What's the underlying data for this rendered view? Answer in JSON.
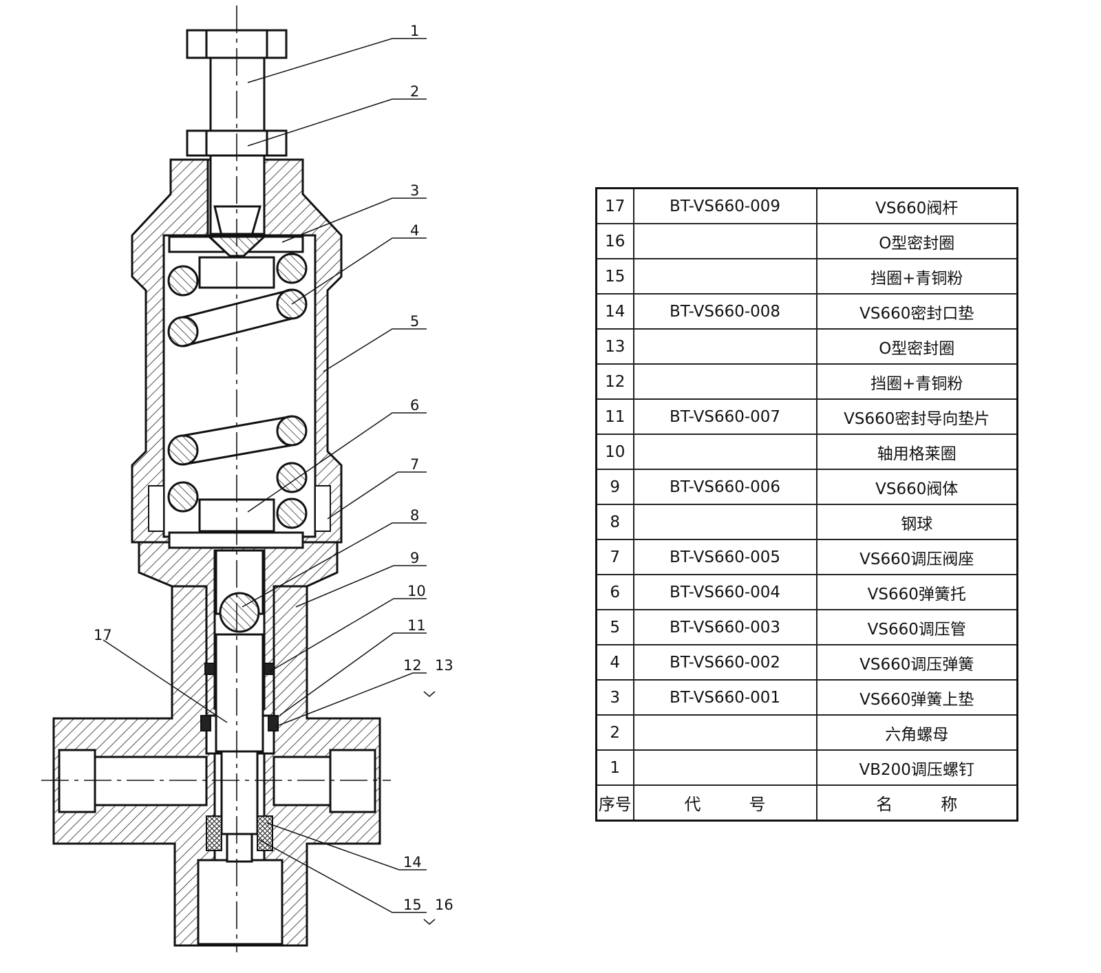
{
  "callouts": [
    "1",
    "2",
    "3",
    "4",
    "5",
    "6",
    "7",
    "8",
    "9",
    "10",
    "11",
    "12",
    "13",
    "14",
    "15",
    "16",
    "17"
  ],
  "parts_list": {
    "header": {
      "index": "序号",
      "code_left": "代",
      "code_right": "号",
      "name_left": "名",
      "name_right": "称"
    },
    "rows": [
      {
        "index": "17",
        "code": "BT-VS660-009",
        "name": "VS660阀杆"
      },
      {
        "index": "16",
        "code": "",
        "name": "O型密封圈"
      },
      {
        "index": "15",
        "code": "",
        "name": "挡圈+青铜粉"
      },
      {
        "index": "14",
        "code": "BT-VS660-008",
        "name": "VS660密封口垫"
      },
      {
        "index": "13",
        "code": "",
        "name": "O型密封圈"
      },
      {
        "index": "12",
        "code": "",
        "name": "挡圈+青铜粉"
      },
      {
        "index": "11",
        "code": "BT-VS660-007",
        "name": "VS660密封导向垫片"
      },
      {
        "index": "10",
        "code": "",
        "name": "轴用格莱圈"
      },
      {
        "index": "9",
        "code": "BT-VS660-006",
        "name": "VS660阀体"
      },
      {
        "index": "8",
        "code": "",
        "name": "钢球"
      },
      {
        "index": "7",
        "code": "BT-VS660-005",
        "name": "VS660调压阀座"
      },
      {
        "index": "6",
        "code": "BT-VS660-004",
        "name": "VS660弹簧托"
      },
      {
        "index": "5",
        "code": "BT-VS660-003",
        "name": "VS660调压管"
      },
      {
        "index": "4",
        "code": "BT-VS660-002",
        "name": "VS660调压弹簧"
      },
      {
        "index": "3",
        "code": "BT-VS660-001",
        "name": "VS660弹簧上垫"
      },
      {
        "index": "2",
        "code": "",
        "name": "六角螺母"
      },
      {
        "index": "1",
        "code": "",
        "name": "VB200调压螺钉"
      }
    ]
  }
}
